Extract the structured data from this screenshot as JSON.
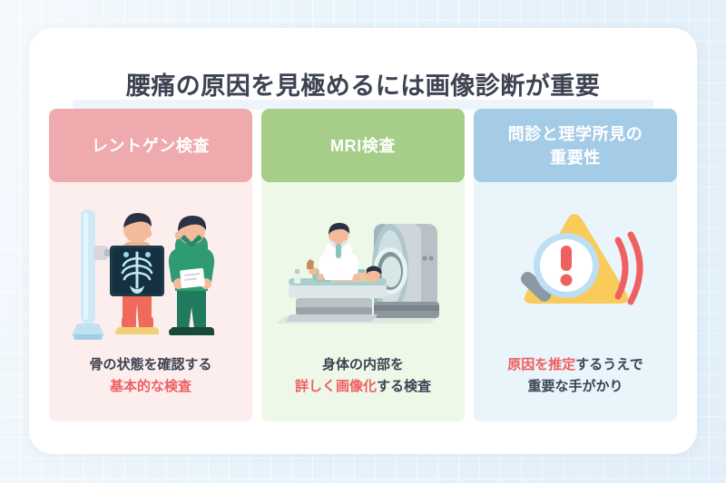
{
  "page": {
    "title": "腰痛の原因を見極めるには画像診断が重要",
    "background_color": "#e8f3fb",
    "panel_color": "#ffffff",
    "title_color": "#3d4352",
    "title_underline_color": "#eef4fb"
  },
  "cards": [
    {
      "id": "xray",
      "header_label": "レントゲン検査",
      "header_color": "#eeaaad",
      "body_color": "#fdeeee",
      "illustration": "xray-exam-illustration",
      "caption_line1": "骨の状態を確認する",
      "caption_line2_highlight": "基本的な検査",
      "caption_line2_rest": "",
      "highlight_color": "#ef6060"
    },
    {
      "id": "mri",
      "header_label": "MRI検査",
      "header_color": "#a6ce89",
      "body_color": "#eef8e9",
      "illustration": "mri-scanner-illustration",
      "caption_line1": "身体の内部を",
      "caption_line2_highlight": "詳しく画像化",
      "caption_line2_rest": "する検査",
      "highlight_color": "#ef6060"
    },
    {
      "id": "interview",
      "header_label": "問診と理学所見の\n重要性",
      "header_color": "#a5cce6",
      "body_color": "#eaf4fb",
      "illustration": "warning-magnifier-illustration",
      "caption_line1_highlight": "原因を推定",
      "caption_line1_rest": "するうえで",
      "caption_line2": "重要な手がかり",
      "highlight_color": "#ef6060"
    }
  ]
}
